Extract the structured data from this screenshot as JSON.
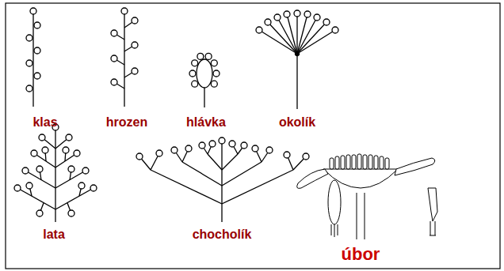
{
  "diagram": {
    "labels": [
      "klas",
      "hrozen",
      "hlávka",
      "okolík",
      "lata",
      "chocholík",
      "úbor"
    ]
  }
}
